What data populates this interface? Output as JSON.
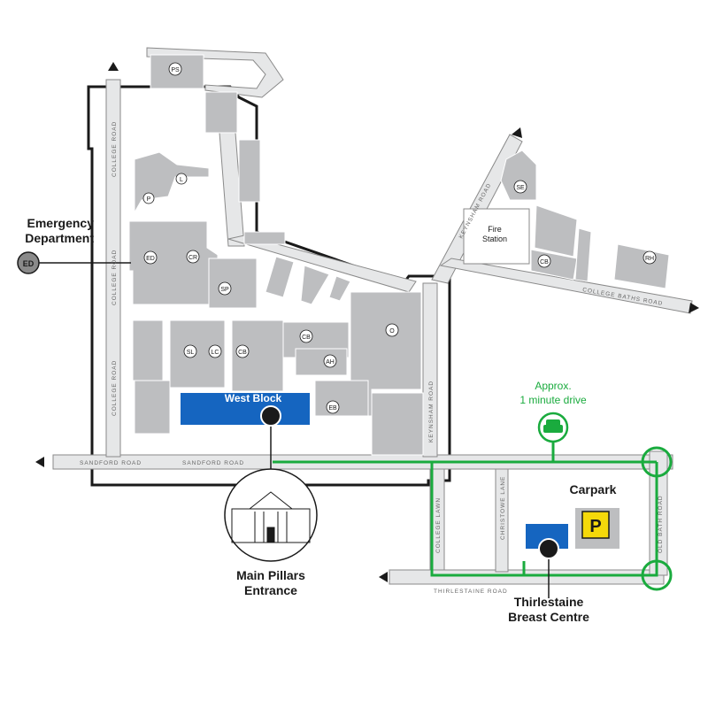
{
  "colors": {
    "building": "#bdbec0",
    "building_dark": "#a7a8ab",
    "road": "#e6e7e8",
    "outline": "#1a1a1a",
    "highlight": "#1565c0",
    "route": "#1aab3e",
    "parking": "#f5d90a",
    "text_dark": "#222222"
  },
  "labels": {
    "emergency": "Emergency Department",
    "emergency_line1": "Emergency",
    "emergency_line2": "Department",
    "ed_badge": "ED",
    "west_block": "West Block",
    "main_pillars_line1": "Main Pillars",
    "main_pillars_line2": "Entrance",
    "approx_line1": "Approx.",
    "approx_line2": "1 minute drive",
    "carpark": "Carpark",
    "parking_symbol": "P",
    "thirlestaine_line1": "Thirlestaine",
    "thirlestaine_line2": "Breast Centre",
    "fire_station_line1": "Fire",
    "fire_station_line2": "Station"
  },
  "roads": {
    "college_road_top": "COLLEGE ROAD",
    "college_road_mid": "COLLEGE ROAD",
    "college_road_low": "COLLEGE ROAD",
    "sandford_left": "SANDFORD ROAD",
    "sandford_right": "SANDFORD ROAD",
    "keynsham_lower": "KEYNSHAM ROAD",
    "keynsham_upper": "KEYNSHAM ROAD",
    "college_baths": "COLLEGE BATHS ROAD",
    "college_lawn": "COLLEGE LAWN",
    "christowe_lane": "CHRISTOWE LANE",
    "old_bath_road": "OLD BATH ROAD",
    "thirlestaine_road": "THIRLESTAINE ROAD"
  },
  "buildings": {
    "ps": "PS",
    "l": "L",
    "p": "P",
    "ed": "ED",
    "cr": "CR",
    "sp": "SP",
    "sl": "SL",
    "lc": "LC",
    "cb_main": "CB",
    "cb_west": "CB",
    "ah": "AH",
    "o": "O",
    "eb": "EB",
    "se": "SE",
    "cb_east": "CB",
    "rh": "RH"
  }
}
